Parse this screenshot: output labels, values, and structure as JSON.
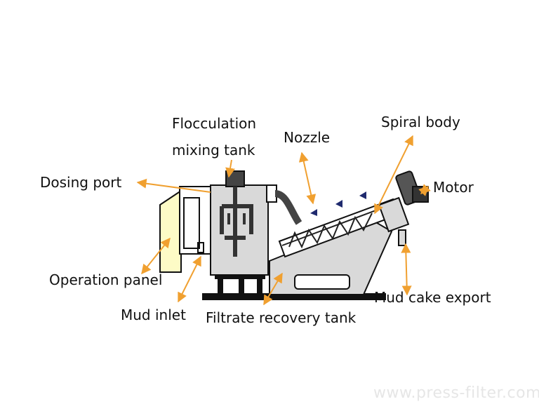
{
  "labels": {
    "flocculation_line1": "Flocculation",
    "flocculation_line2": "mixing tank",
    "nozzle": "Nozzle",
    "spiral_body": "Spiral body",
    "dosing_port": "Dosing port",
    "motor": "Motor",
    "operation_panel": "Operation panel",
    "mud_cake_export": "Mud cake export",
    "mud_inlet": "Mud inlet",
    "filtrate_recovery_tank": "Filtrate recovery tank"
  },
  "watermark": "www.press-filter.com",
  "colors": {
    "arrow": "#f0a030",
    "machine_fill": "#d9d9d9",
    "outline": "#111111",
    "panel_fill": "#fdfbc6",
    "nozzle_fill": "#1f2a6e"
  }
}
